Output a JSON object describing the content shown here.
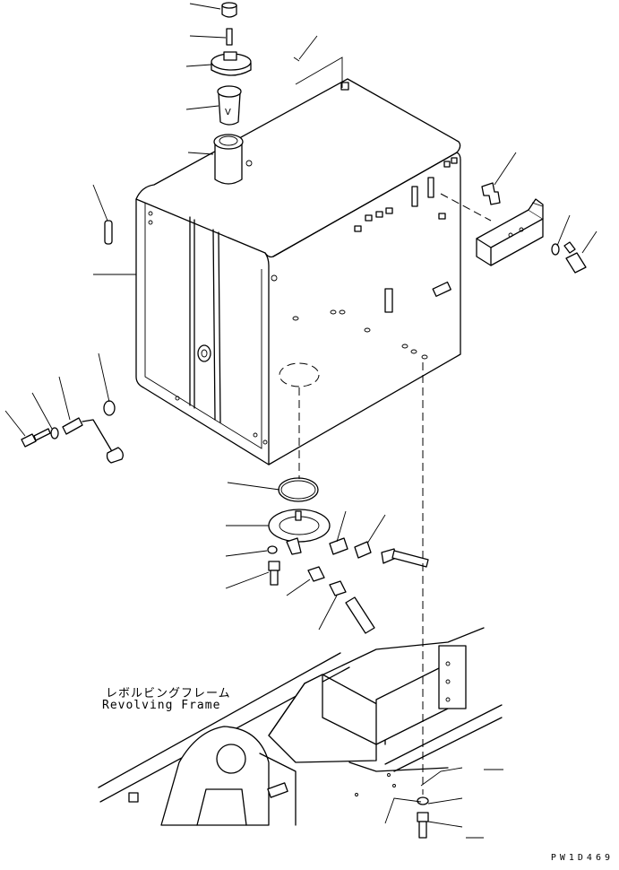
{
  "diagram": {
    "labels": {
      "revolving_frame_jp": "レボルビングフレーム",
      "revolving_frame_en": "Revolving Frame"
    },
    "drawing_code": "PW1D469"
  }
}
